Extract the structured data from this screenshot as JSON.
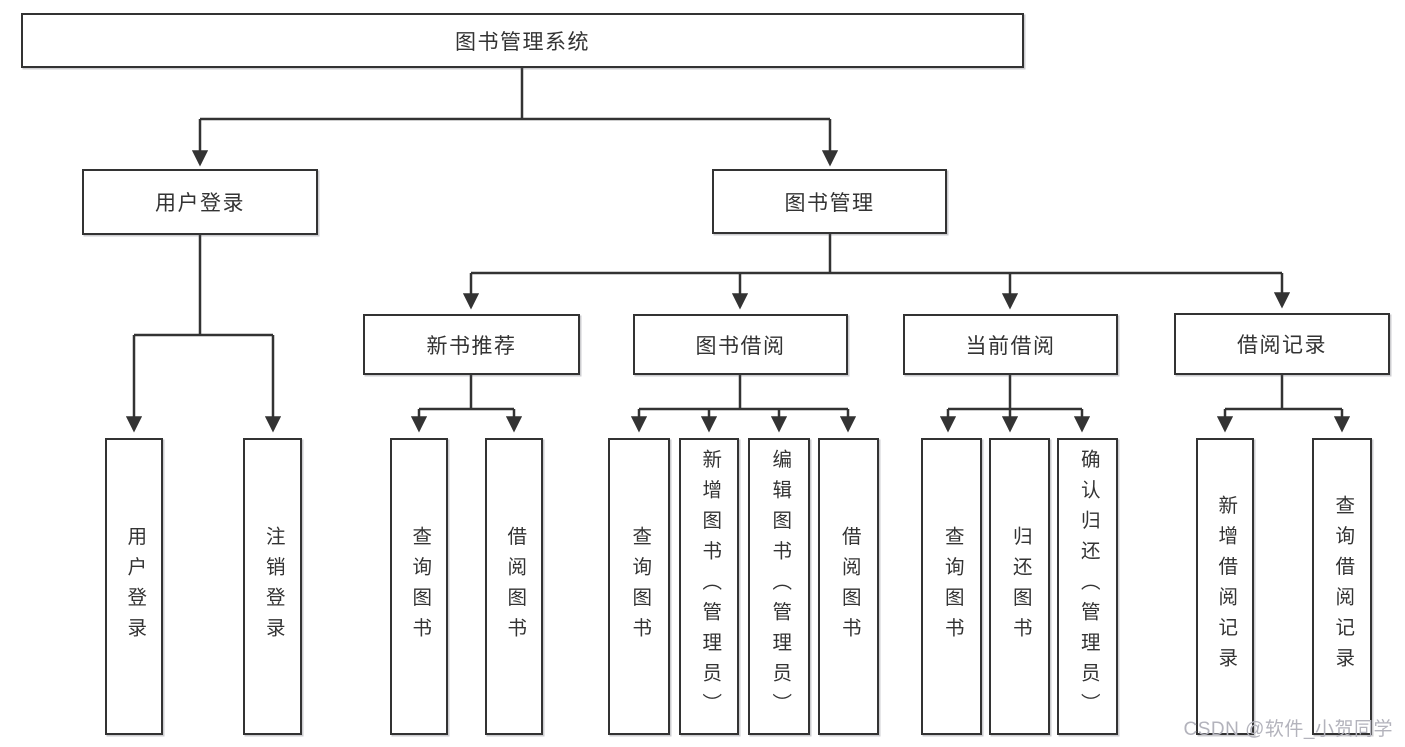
{
  "diagram": {
    "type": "hierarchy-tree",
    "nodes": {
      "root": "图书管理系统",
      "user_login": "用户登录",
      "book_management": "图书管理",
      "new_book_recommend": "新书推荐",
      "book_borrowing": "图书借阅",
      "current_borrowing": "当前借阅",
      "borrowing_records": "借阅记录",
      "leaf_user_login": "用户登录",
      "leaf_logout": "注销登录",
      "leaf_nbr_query_books": "查询图书",
      "leaf_nbr_borrow_books": "借阅图书",
      "leaf_bb_query_books": "查询图书",
      "leaf_bb_add_books": "新增图书（管理员）",
      "leaf_bb_edit_books": "编辑图书（管理员）",
      "leaf_bb_borrow_books": "借阅图书",
      "leaf_cb_query_books": "查询图书",
      "leaf_cb_return_books": "归还图书",
      "leaf_cb_confirm_return": "确认归还（管理员）",
      "leaf_br_add_record": "新增借阅记录",
      "leaf_br_query_record": "查询借阅记录"
    },
    "colors": {
      "line": "#333333",
      "box_border": "#333333",
      "box_fill": "#ffffff",
      "text": "#333333",
      "watermark": "#b3b3bc"
    },
    "watermark": "CSDN @软件_小贺同学"
  }
}
